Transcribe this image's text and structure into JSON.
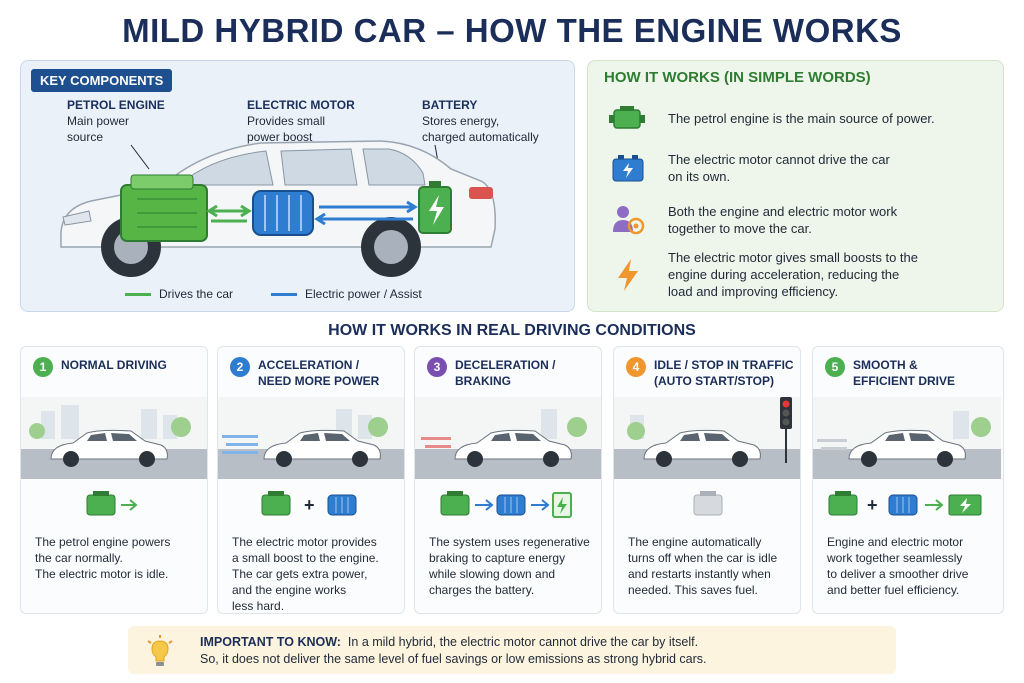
{
  "title": "MILD HYBRID CAR – HOW THE ENGINE WORKS",
  "key_components": {
    "tag": "KEY COMPONENTS",
    "petrol": {
      "heading": "PETROL ENGINE",
      "line1": "Main power",
      "line2": "source"
    },
    "motor": {
      "heading": "ELECTRIC MOTOR",
      "line1": "Provides small",
      "line2": "power boost"
    },
    "battery": {
      "heading": "BATTERY",
      "line1": "Stores energy,",
      "line2": "charged automatically"
    },
    "legend": {
      "drives": "Drives the car",
      "electric": "Electric power / Assist"
    }
  },
  "how_it_works": {
    "title": "HOW IT WORKS (IN SIMPLE WORDS)",
    "items": [
      {
        "icon": "engine-icon",
        "line1": "The petrol engine is the main source of power.",
        "line2": ""
      },
      {
        "icon": "battery-icon",
        "line1": "The electric motor cannot drive the car",
        "line2": "on its own."
      },
      {
        "icon": "teamwork-icon",
        "line1": "Both the engine and electric motor work",
        "line2": "together to move the car."
      },
      {
        "icon": "lightning-icon",
        "line1": "The electric motor gives small boosts to the",
        "line2": "engine during acceleration, reducing the",
        "line3": "load and improving efficiency."
      }
    ]
  },
  "section_title": "HOW IT WORKS IN REAL DRIVING CONDITIONS",
  "cards": [
    {
      "num": "1",
      "color": "#4caf50",
      "title1": "NORMAL DRIVING",
      "title2": "",
      "text": [
        "The petrol engine powers",
        "the car normally.",
        "The electric motor is idle."
      ]
    },
    {
      "num": "2",
      "color": "#2f7dd1",
      "title1": "ACCELERATION /",
      "title2": "NEED MORE POWER",
      "text": [
        "The electric motor provides",
        "a small boost to the engine.",
        "The car gets extra power,",
        "and the engine works",
        "less hard."
      ]
    },
    {
      "num": "3",
      "color": "#7b4fb0",
      "title1": "DECELERATION /",
      "title2": "BRAKING",
      "text": [
        "The system uses regenerative",
        "braking to capture energy",
        "while slowing down and",
        "charges the battery."
      ]
    },
    {
      "num": "4",
      "color": "#f0962e",
      "title1": "IDLE / STOP IN TRAFFIC",
      "title2": "(AUTO START/STOP)",
      "text": [
        "The engine automatically",
        "turns off when the car is idle",
        "and restarts instantly when",
        "needed. This saves fuel."
      ]
    },
    {
      "num": "5",
      "color": "#4caf50",
      "title1": "SMOOTH &",
      "title2": "EFFICIENT DRIVE",
      "text": [
        "Engine and electric motor",
        "work together seamlessly",
        "to deliver a smoother drive",
        "and better fuel efficiency."
      ]
    }
  ],
  "note": {
    "label": "IMPORTANT TO KNOW:",
    "line1": "In a mild hybrid, the electric motor cannot drive the car by itself.",
    "line2": "So, it does not deliver the same level of fuel savings or low emissions as strong hybrid cars."
  },
  "colors": {
    "green": "#4caf50",
    "blue": "#2f7dd1",
    "navy": "#1b2e5a",
    "orange": "#f0962e",
    "purple": "#7b4fb0"
  }
}
